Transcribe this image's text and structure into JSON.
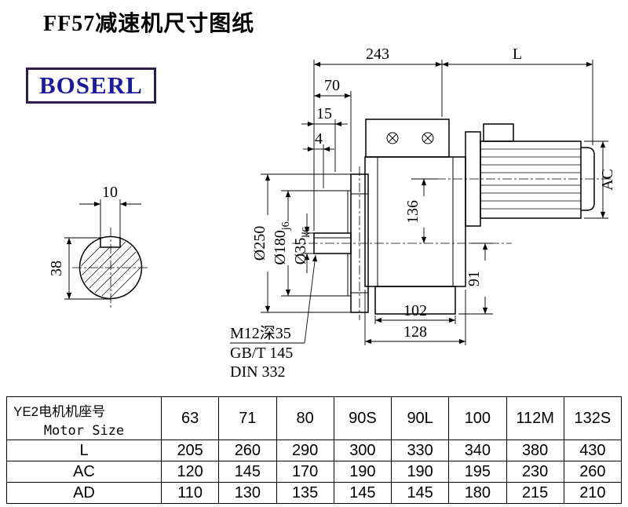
{
  "page": {
    "title": "FF57减速机尺寸图纸",
    "logo": "BOSERL",
    "logo_color": "#1b1b99",
    "logo_border": "#2e1e4e"
  },
  "drawing": {
    "dims": {
      "housing_total": "243",
      "motor_len": "L",
      "shaft_len": "70",
      "step15": "15",
      "step4": "4",
      "ac": "AC",
      "flange_dia": "Ø250",
      "spigot_dia": "Ø180",
      "spigot_tol": "j6",
      "shaft_dia": "Ø35",
      "shaft_tol": "k6",
      "height136": "136",
      "height91": "91",
      "base102": "102",
      "base128": "128",
      "key_w": "10",
      "key_h": "38"
    },
    "notes": {
      "tap": "M12深35",
      "thread_std": "GB/T 145",
      "center_std": "DIN 332"
    }
  },
  "table": {
    "header": {
      "line1": "YE2电机机座号",
      "line2": "Motor Size"
    },
    "columns": [
      "63",
      "71",
      "80",
      "90S",
      "90L",
      "100",
      "112M",
      "132S"
    ],
    "rows": [
      {
        "label": "L",
        "values": [
          "205",
          "260",
          "290",
          "300",
          "330",
          "340",
          "380",
          "430"
        ]
      },
      {
        "label": "AC",
        "values": [
          "120",
          "145",
          "170",
          "190",
          "190",
          "195",
          "230",
          "260"
        ]
      },
      {
        "label": "AD",
        "values": [
          "110",
          "130",
          "135",
          "145",
          "145",
          "180",
          "215",
          "210"
        ]
      }
    ]
  }
}
